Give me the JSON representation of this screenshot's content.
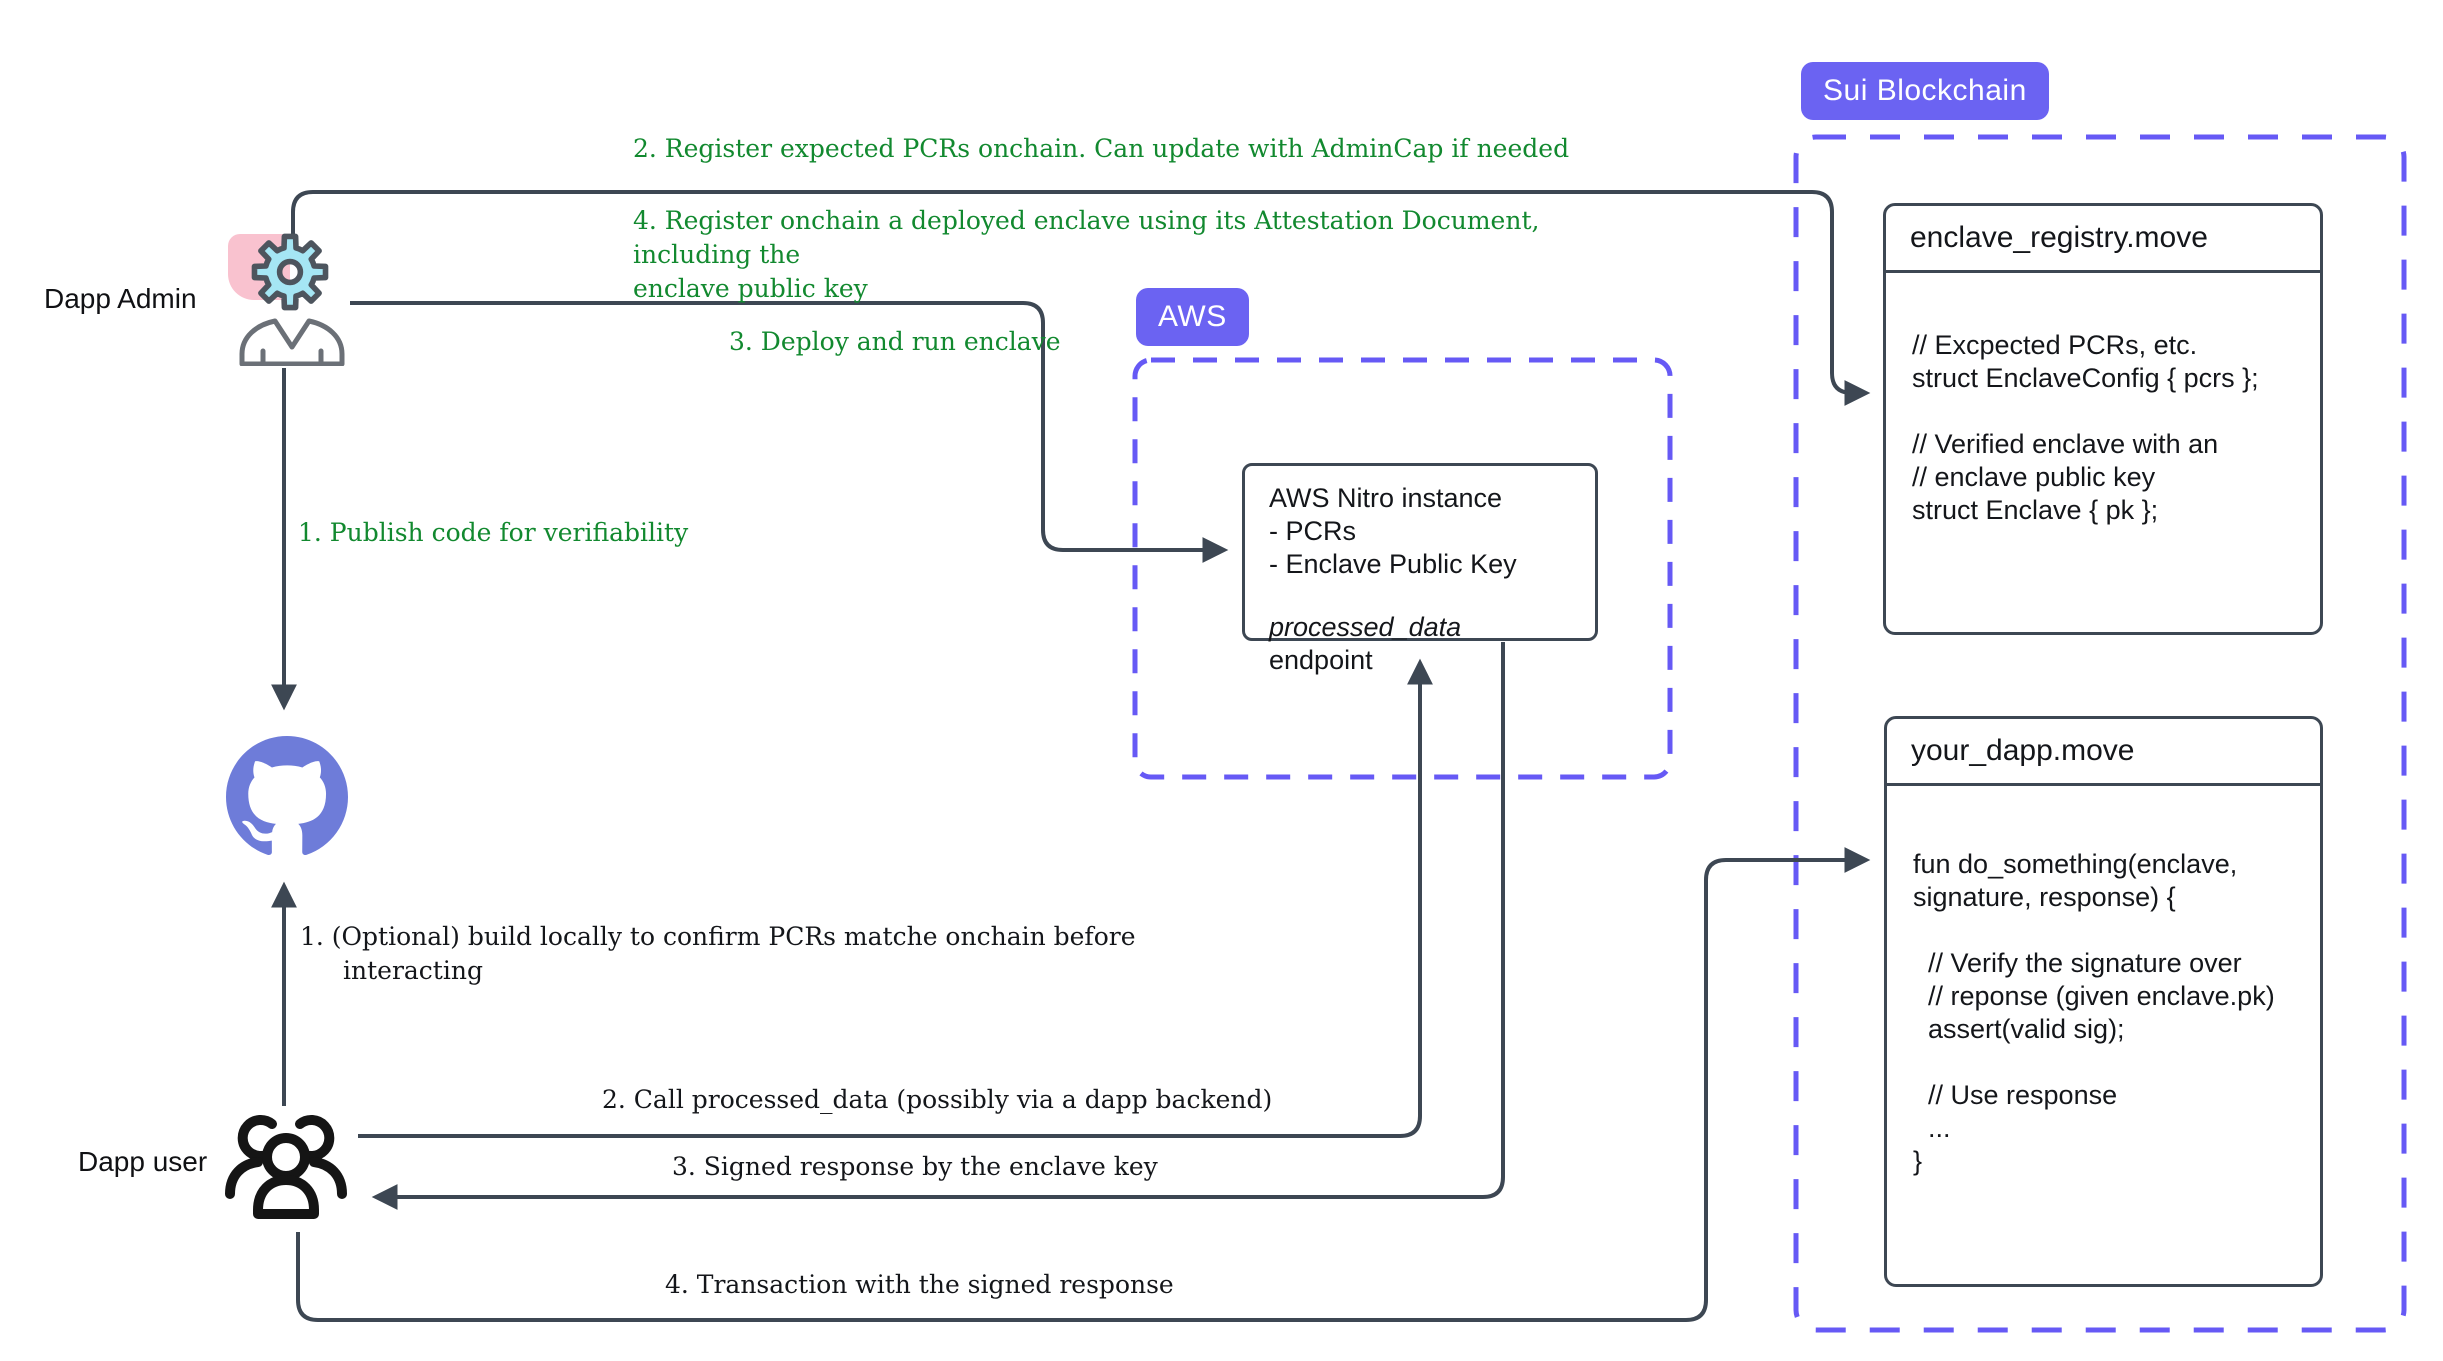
{
  "colors": {
    "accent_badge": "#6b63f2",
    "dashed_border": "#6659f5",
    "connector": "#3d4753",
    "annotation_green": "#12892f",
    "annotation_black": "#14161a",
    "admin_chip_pink": "#f9c2cf",
    "gear_cyan": "#a5e6f4",
    "github_purple": "#6e7cd9"
  },
  "actors": {
    "admin_label": "Dapp Admin",
    "user_label": "Dapp user"
  },
  "badges": {
    "sui": "Sui Blockchain",
    "aws": "AWS"
  },
  "annotations": {
    "green_step2": "2. Register expected PCRs onchain. Can update with AdminCap if needed",
    "green_step4": "4. Register onchain a deployed enclave using its Attestation Document, including the\nenclave public key",
    "green_step3": "3. Deploy and run enclave",
    "green_step1": "1. Publish code for verifiability",
    "black_step1": "1. (Optional) build locally to confirm PCRs matche onchain before\ninteracting",
    "black_step2": "2. Call processed_data (possibly via a dapp backend)",
    "black_step3": "3. Signed response by the enclave key",
    "black_step4": "4. Transaction with the signed response"
  },
  "enclave_box": {
    "title": "enclave_registry.move",
    "code": "// Excpected PCRs, etc.\nstruct EnclaveConfig { pcrs };\n\n// Verified enclave with an\n// enclave public key\nstruct Enclave { pk };"
  },
  "dapp_box": {
    "title": "your_dapp.move",
    "code": "fun do_something(enclave,\nsignature, response) {\n\n  // Verify the signature over\n  // reponse (given enclave.pk)\n  assert(valid sig);\n\n  // Use response\n  ...\n}"
  },
  "nitro_box": {
    "header_block": "AWS Nitro instance\n- PCRs\n- Enclave Public Key",
    "endpoint_em": "processed_data",
    "endpoint_rest": " endpoint"
  }
}
